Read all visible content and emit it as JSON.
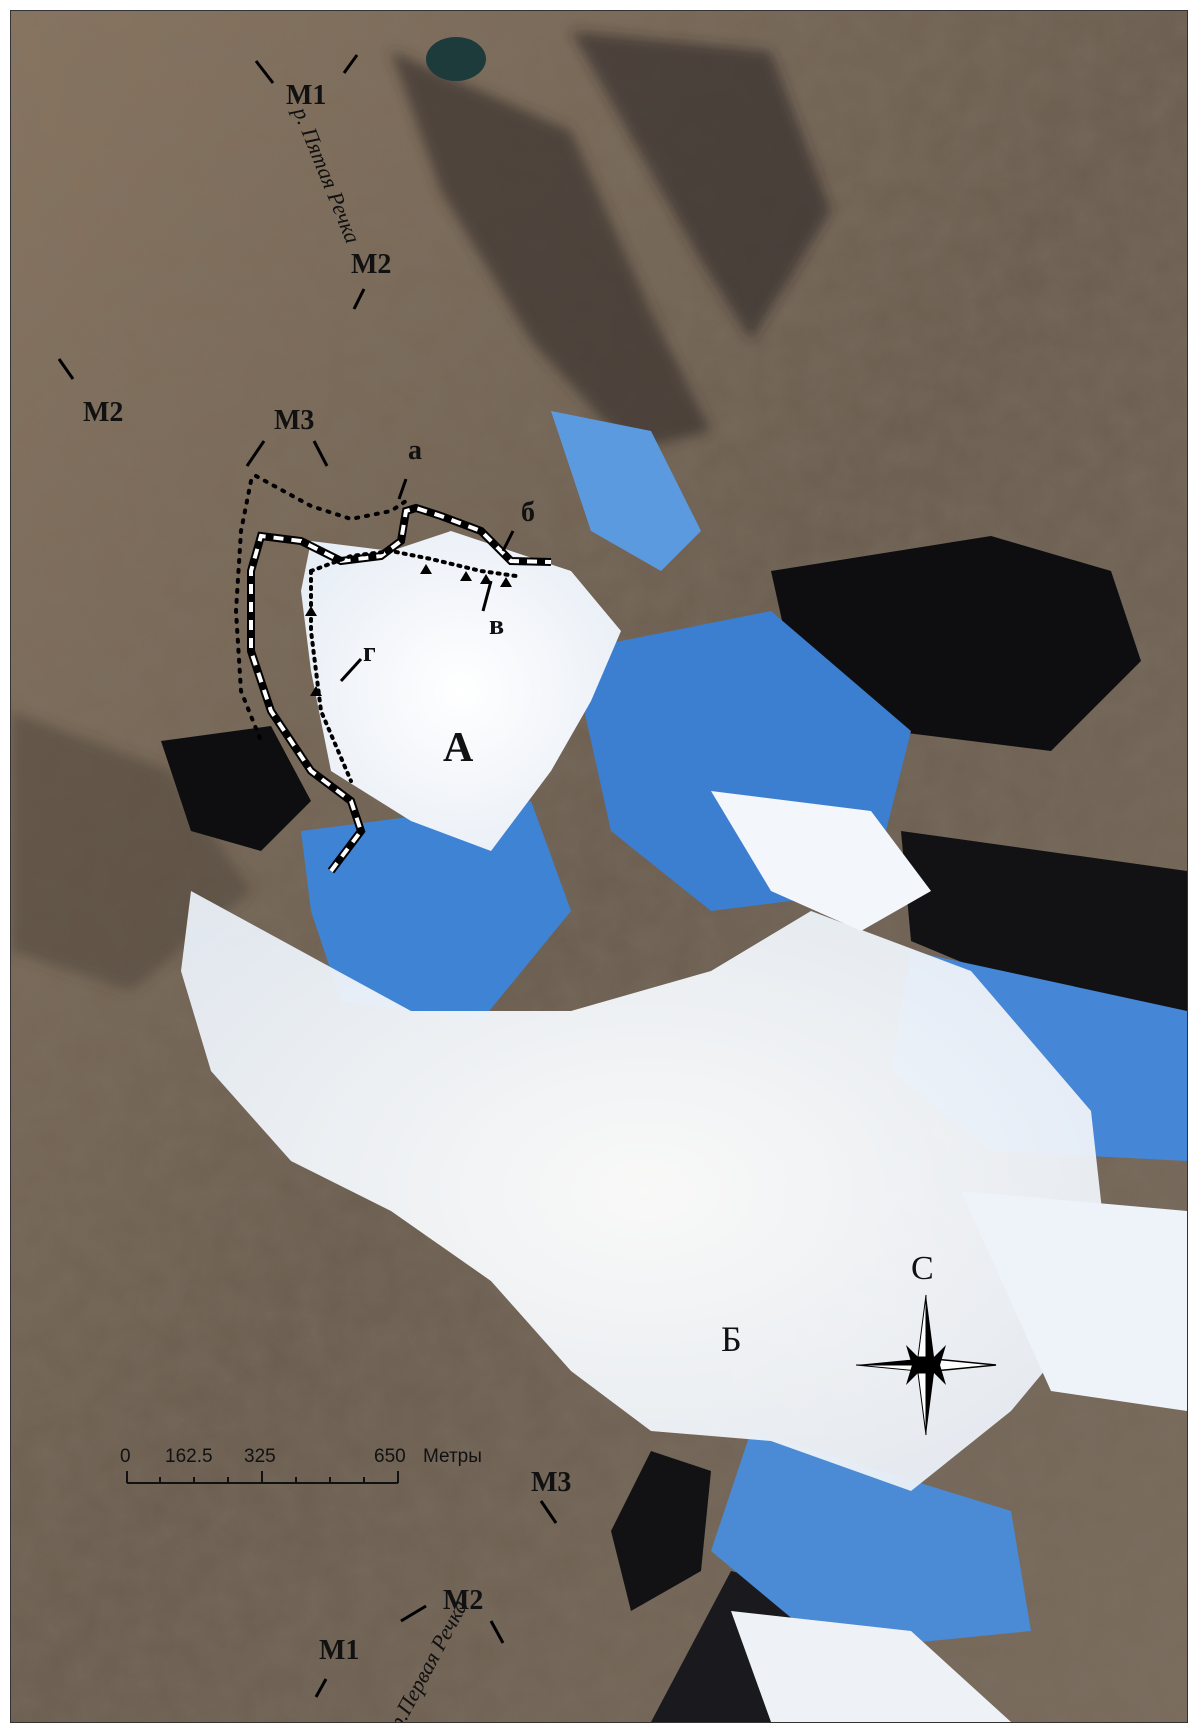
{
  "labels": {
    "m1_top": "M1",
    "m2_top": "M2",
    "m2_left": "M2",
    "m3_top": "M3",
    "a": "а",
    "b": "б",
    "v": "в",
    "g": "г",
    "glacier_a": "А",
    "glacier_b": "Б",
    "m3_bottom": "M3",
    "m2_bottom": "M2",
    "m1_bottom": "M1"
  },
  "rivers": {
    "top": "р. Пятая Речка",
    "bottom": "р.Первая Речка"
  },
  "north_label": "С",
  "scale_bar": {
    "ticks": [
      "0",
      "162.5",
      "325",
      "650"
    ],
    "unit": "Метры"
  },
  "colors": {
    "snow": "#f4f7fb",
    "ice_shadow": "#3d7fd0",
    "rock_dark": "#2a2622",
    "terrain": "#8f7a64"
  }
}
